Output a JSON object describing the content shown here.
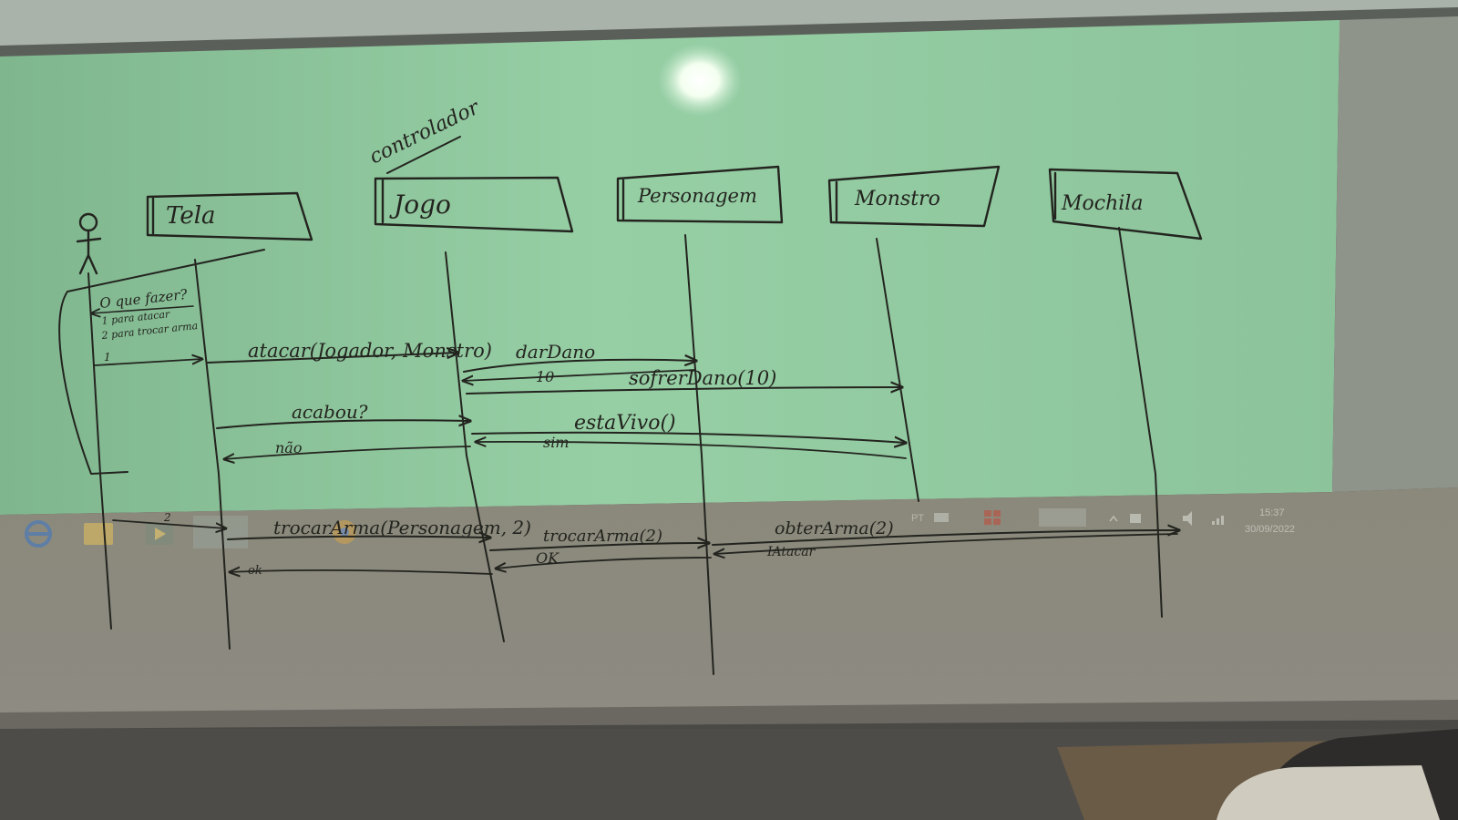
{
  "diagram": {
    "controller_note": "controlador",
    "lifelines": [
      {
        "label": "Tela"
      },
      {
        "label": "Jogo"
      },
      {
        "label": "Personagem"
      },
      {
        "label": "Monstro"
      },
      {
        "label": "Mochila"
      }
    ],
    "actor_note": [
      "O que fazer?",
      "1 para atacar",
      "2 para trocar arma"
    ],
    "actor_choice_1": "1",
    "actor_choice_2": "2",
    "messages": {
      "atacar": "atacar(Jogador, Monstro)",
      "dardano": "darDano",
      "dano_return": "10",
      "sofrerdano": "sofrerDano(10)",
      "acabou": "acabou?",
      "nao": "não",
      "estavivo": "estaVivo()",
      "sim": "sim",
      "trocararma": "trocarArma(Personagem, 2)",
      "trocararma2": "trocarArma(2)",
      "obterarma": "obterArma(2)",
      "iatacar": "IAtacar",
      "ok": "OK",
      "ok_return": "ok"
    }
  },
  "taskbar": {
    "lang": "PT",
    "time": "15:37",
    "date": "30/09/2022"
  },
  "colors": {
    "projection": "#8ec79d",
    "ink": "#23241f",
    "wall": "#4a4946",
    "board_lower": "#8a8679"
  }
}
